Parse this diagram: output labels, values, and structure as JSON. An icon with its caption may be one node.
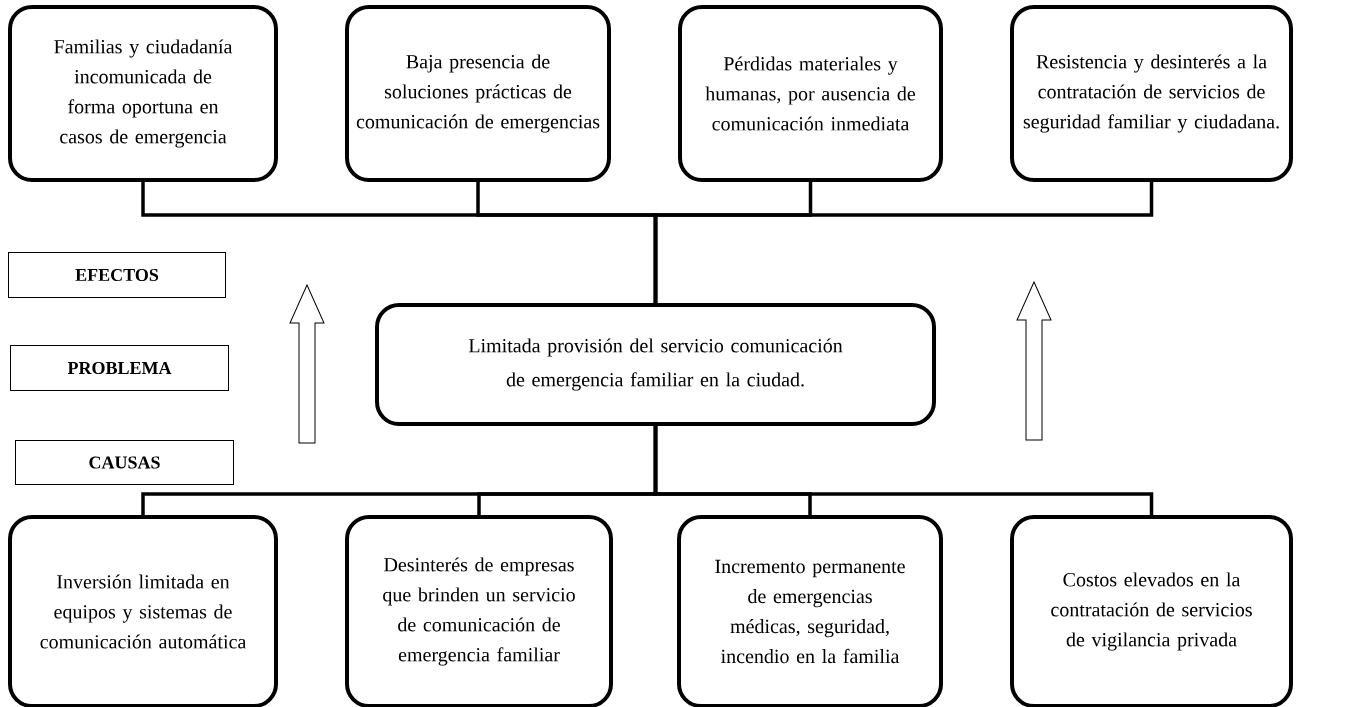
{
  "diagram": {
    "nodes": [
      {
        "text": [
          "Familias y ciudadanía incomunicada  de forma oportuna en casos de emergencia"
        ]
      },
      {
        "text": [
          "Baja presencia de soluciones prácticas  de comunicación de emergencias"
        ]
      },
      {
        "text": [
          "Pérdidas materiales y humanas, por ausencia de comunicación inmediata"
        ]
      },
      {
        "text": [
          "Resistencia y desinterés a la contratación de servicios de seguridad familiar y ciudadana."
        ]
      },
      {
        "text": [
          "EFECTOS"
        ]
      },
      {
        "text": [
          "PROBLEMA"
        ]
      },
      {
        "text": [
          "Limitada provisión del servicio comunicación de emergencia familiar en la ciudad."
        ]
      },
      {
        "text": [
          "CAUSAS"
        ]
      },
      {
        "text": [
          "Inversión limitada en equipos y sistemas de comunicación automática"
        ]
      },
      {
        "text": [
          "Desinterés de empresas que brinden un servicio de comunicación de emergencia familiar"
        ]
      },
      {
        "text": [
          "Incremento permanente de emergencias médicas, seguridad, incendio en la familia"
        ]
      },
      {
        "text": [
          "Costos elevados  en la contratación de servicios de vigilancia privada"
        ]
      }
    ],
    "edges": [
      {
        "from": 6,
        "to": 0,
        "arrow": "none"
      },
      {
        "from": 6,
        "to": 1,
        "arrow": "none"
      },
      {
        "from": 6,
        "to": 2,
        "arrow": "none"
      },
      {
        "from": 6,
        "to": 3,
        "arrow": "none"
      },
      {
        "from": 6,
        "to": 8,
        "arrow": "none"
      },
      {
        "from": 6,
        "to": 9,
        "arrow": "none"
      },
      {
        "from": 6,
        "to": 10,
        "arrow": "none"
      },
      {
        "from": 6,
        "to": 11,
        "arrow": "none"
      }
    ]
  }
}
